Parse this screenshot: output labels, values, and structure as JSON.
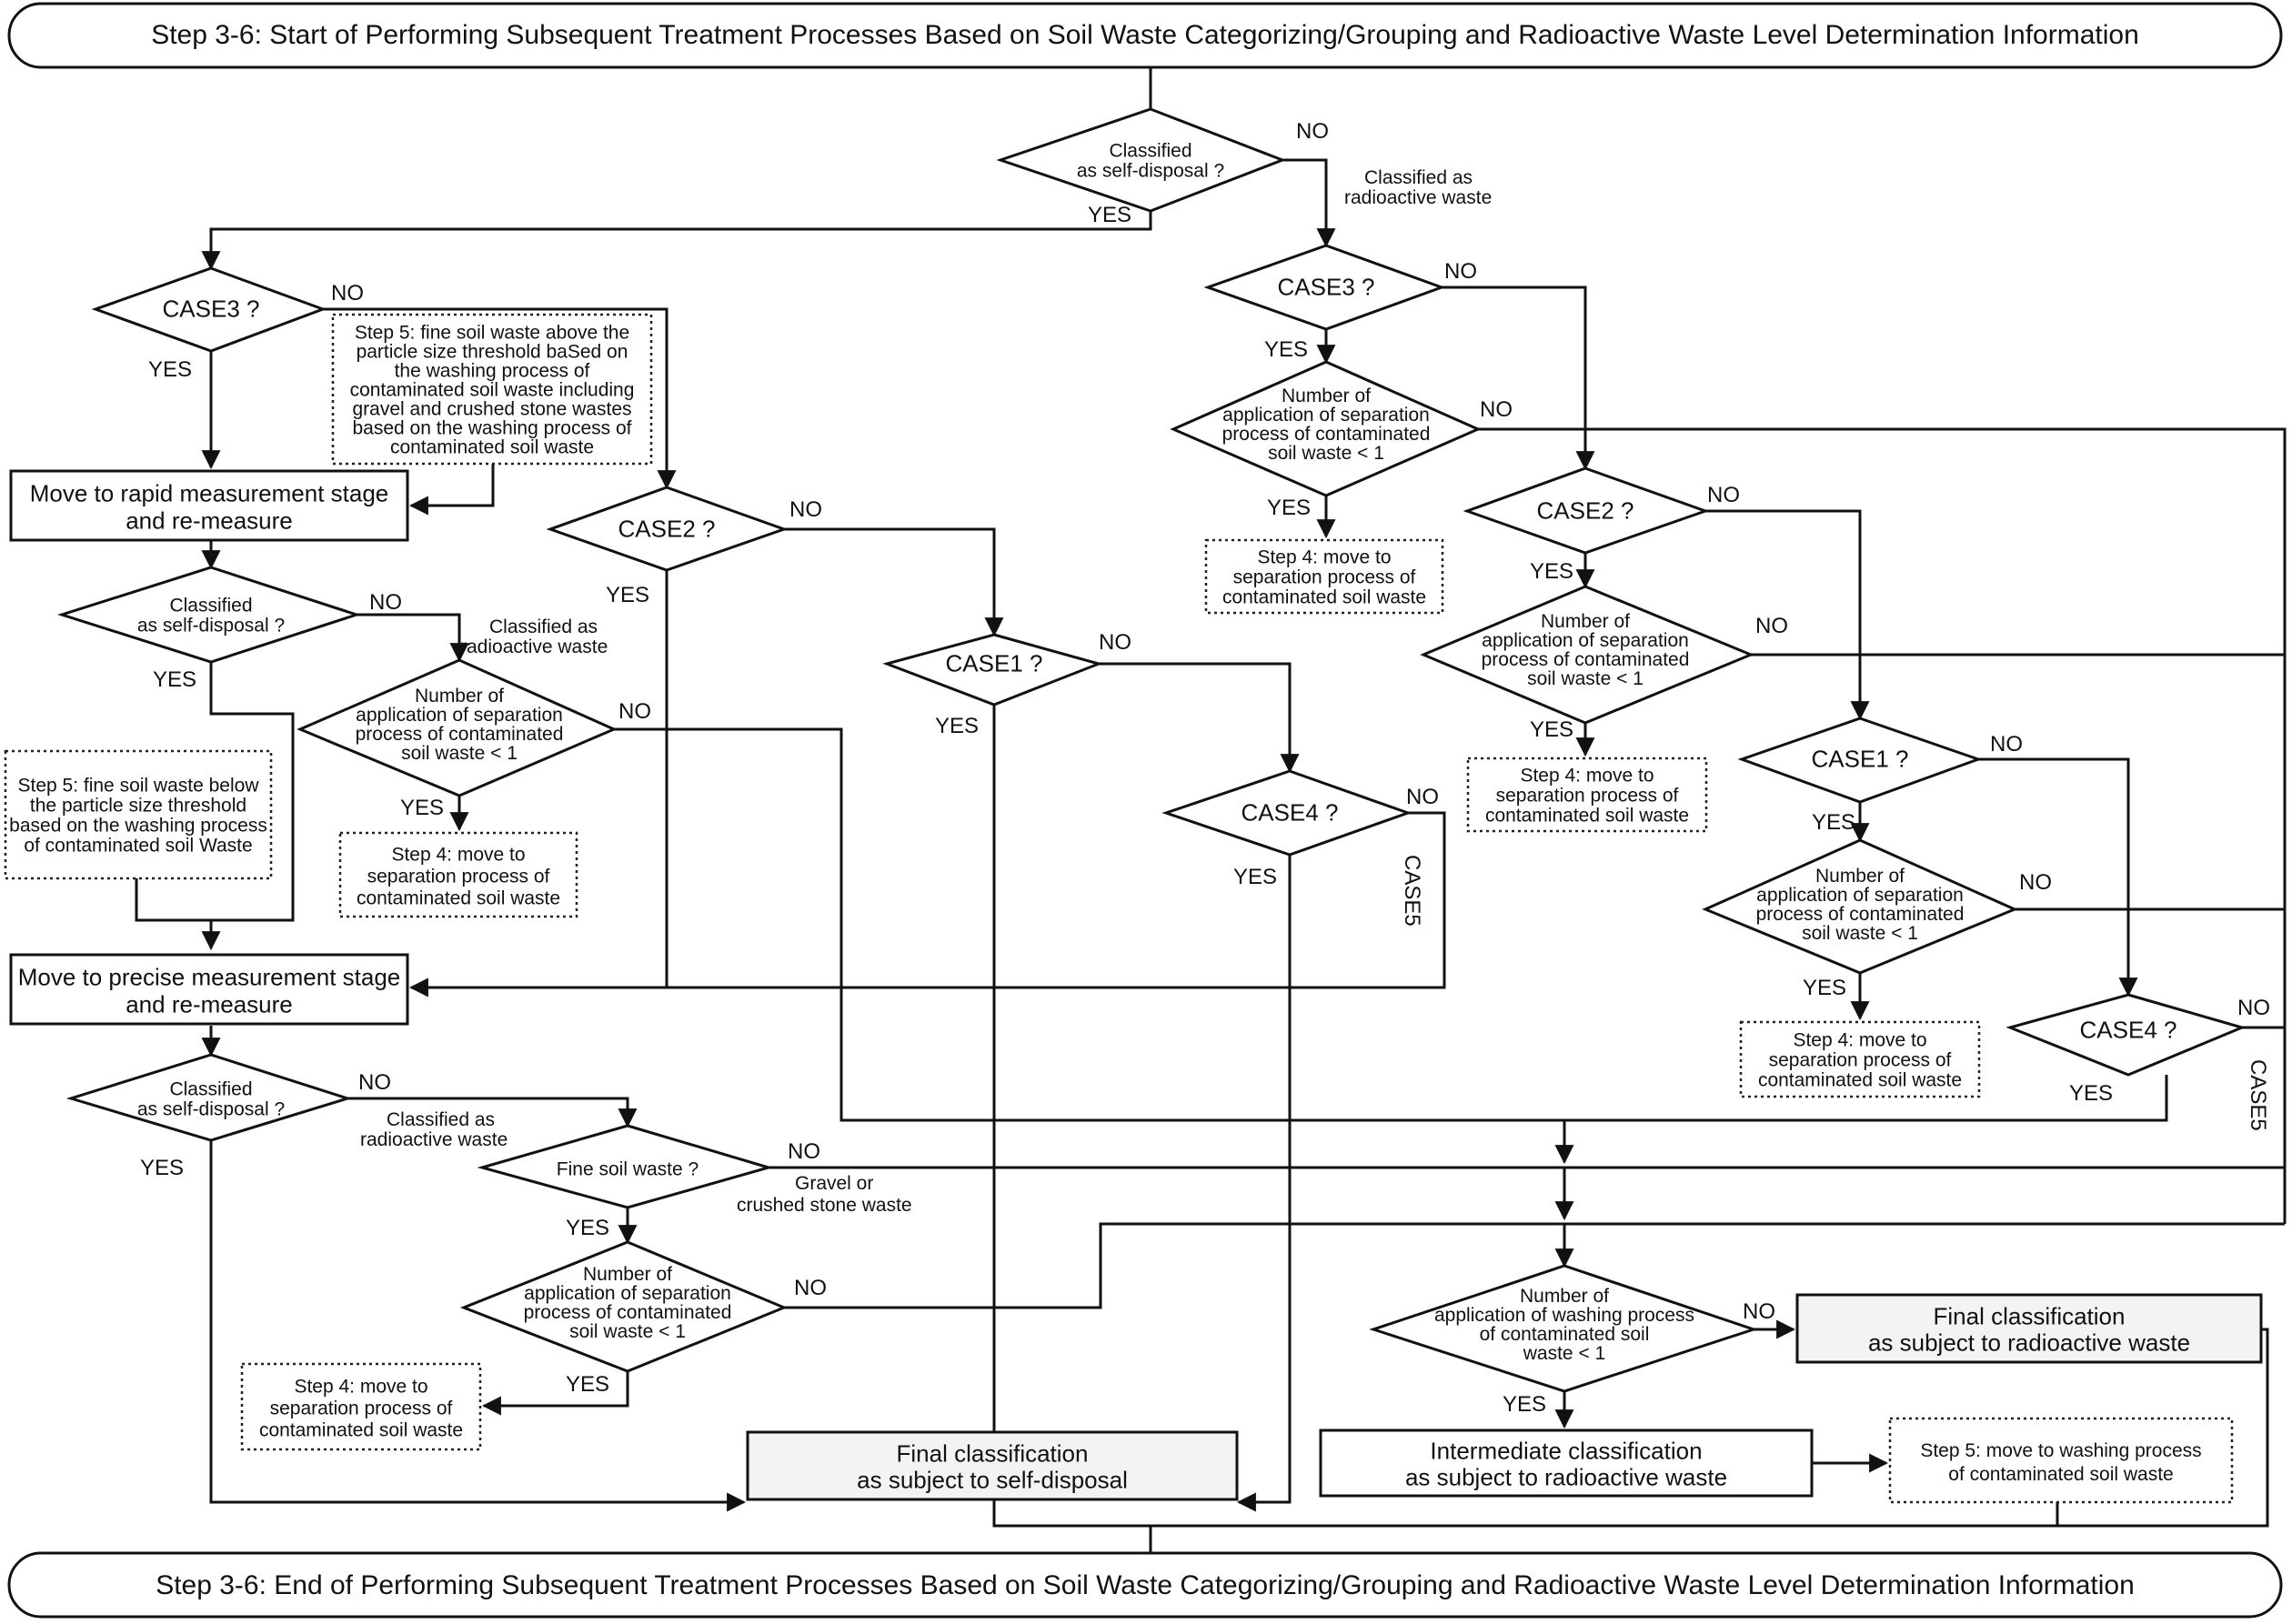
{
  "title_start": "Step 3-6: Start of Performing Subsequent Treatment Processes Based on Soil Waste Categorizing/Grouping and Radioactive Waste Level Determination Information",
  "title_end": "Step 3-6: End of Performing Subsequent Treatment Processes Based on Soil Waste Categorizing/Grouping and Radioactive Waste Level Determination Information",
  "nodes": {
    "d_top": [
      "Classified",
      "as self-disposal ?"
    ],
    "d_case3_left": [
      "CASE3 ?"
    ],
    "d_case3_right": [
      "CASE3 ?"
    ],
    "d_num_r1": [
      "Number of",
      "application of separation",
      "process of contaminated",
      "soil waste < 1"
    ],
    "d_case2_mid": [
      "CASE2 ?"
    ],
    "d_case2_right": [
      "CASE2 ?"
    ],
    "d_class_left2": [
      "Classified",
      "as self-disposal ?"
    ],
    "d_num_left": [
      "Number of",
      "application of separation",
      "process of contaminated",
      "soil waste < 1"
    ],
    "d_case1_mid": [
      "CASE1 ?"
    ],
    "d_num_r2": [
      "Number of",
      "application of separation",
      "process of contaminated",
      "soil waste < 1"
    ],
    "d_case1_right": [
      "CASE1 ?"
    ],
    "d_case4_mid": [
      "CASE4 ?"
    ],
    "d_num_r3": [
      "Number of",
      "application of separation",
      "process of contaminated",
      "soil waste < 1"
    ],
    "d_case4_right": [
      "CASE4 ?"
    ],
    "d_class_left3": [
      "Classified",
      "as self-disposal ?"
    ],
    "d_fine": [
      "Fine soil waste ?"
    ],
    "d_num_bottom": [
      "Number of",
      "application of separation",
      "process of contaminated",
      "soil waste < 1"
    ],
    "d_wash": [
      "Number of",
      "application of washing process",
      "of contaminated soil",
      "waste < 1"
    ],
    "p_rapid": [
      "Move to rapid measurement stage",
      "and  re-measure"
    ],
    "p_precise": [
      "Move to precise measurement stage",
      "and  re-measure"
    ],
    "p_final_self": [
      "Final classification",
      "as subject to self-disposal"
    ],
    "p_final_rad": [
      "Final classification",
      "as subject to radioactive waste"
    ],
    "p_inter_rad": [
      "Intermediate classification",
      "as subject to radioactive waste"
    ],
    "n_step5_above": [
      "Step 5: fine soil waste above the",
      "particle size threshold baSed on",
      "the washing process of",
      "contaminated soil waste including",
      "gravel and crushed stone wastes",
      "based on the washing process of",
      "contaminated soil waste"
    ],
    "n_step5_below": [
      "Step 5: fine soil waste below",
      "the particle size threshold",
      "based on the washing process",
      "of contaminated soil Waste"
    ],
    "n_step4_r1": [
      "Step 4: move to",
      "separation process of",
      "contaminated soil waste"
    ],
    "n_step4_r2": [
      "Step 4: move to",
      "separation process of",
      "contaminated soil waste"
    ],
    "n_step4_left": [
      "Step 4: move to",
      "separation process of",
      "contaminated soil waste"
    ],
    "n_step4_r3": [
      "Step 4: move to",
      "separation process of",
      "contaminated soil waste"
    ],
    "n_step4_bottom": [
      "Step 4: move to",
      "separation process of",
      "contaminated soil waste"
    ],
    "n_step5_wash": [
      "Step 5: move to washing process",
      "of contaminated soil waste"
    ]
  },
  "labels": {
    "top_no": "NO",
    "top_yes": "YES",
    "top_rad1": "Classified as",
    "top_rad2": "radioactive waste",
    "c3l_no": "NO",
    "c3l_yes": "YES",
    "c3r_no": "NO",
    "c3r_yes": "YES",
    "nr1_no": "NO",
    "nr1_yes": "YES",
    "c2m_no": "NO",
    "c2m_yes": "YES",
    "c2r_no": "NO",
    "c2r_yes": "YES",
    "cl2_no": "NO",
    "cl2_yes": "YES",
    "cl2_rad1": "Classified as",
    "cl2_rad2": "radioactive waste",
    "nl_no": "NO",
    "nl_yes": "YES",
    "c1m_no": "NO",
    "c1m_yes": "YES",
    "nr2_no": "NO",
    "nr2_yes": "YES",
    "c1r_no": "NO",
    "c1r_yes": "YES",
    "c4m_no": "NO",
    "c4m_yes": "YES",
    "c4m_case5": "CASE5",
    "nr3_no": "NO",
    "nr3_yes": "YES",
    "c4r_no": "NO",
    "c4r_yes": "YES",
    "c4r_case5": "CASE5",
    "cl3_no": "NO",
    "cl3_yes": "YES",
    "cl3_rad1": "Classified as",
    "cl3_rad2": "radioactive waste",
    "fine_no": "NO",
    "fine_yes": "YES",
    "fine_gravel1": "Gravel or",
    "fine_gravel2": "crushed stone waste",
    "nb_no": "NO",
    "nb_yes": "YES",
    "wash_no": "NO",
    "wash_yes": "YES"
  }
}
